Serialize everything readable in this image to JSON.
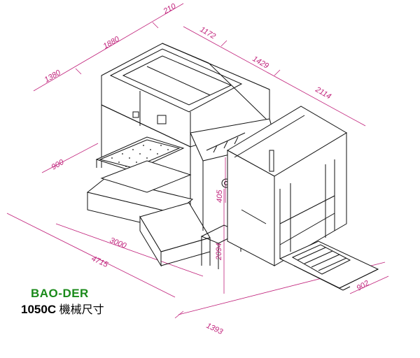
{
  "diagram": {
    "brand": "BAO-DER",
    "model_code": "1050C",
    "model_caption": "機械尺寸",
    "dimensions": {
      "top_right": "210",
      "top_left": "1880",
      "top_mid": "1172",
      "left_top": "1380",
      "mid_right": "1429",
      "right_length": "2114",
      "left_height": "900",
      "feeder_height": "405",
      "length_3000": "3000",
      "height_2094": "2094",
      "total_length": "4715",
      "right_depth": "902",
      "bottom_width": "1393"
    },
    "colors": {
      "brand": "#1a8a1a",
      "dimension": "#c0207a",
      "line": "#111111"
    }
  }
}
